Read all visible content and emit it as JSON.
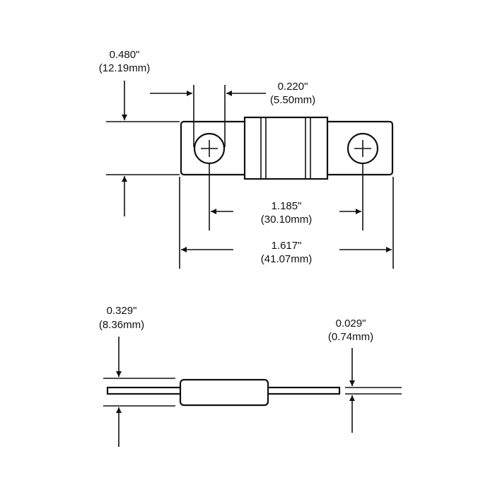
{
  "colors": {
    "stroke": "#111111",
    "background": "#ffffff"
  },
  "top_view": {
    "width_dim": {
      "inches": "0.480\"",
      "mm": "(12.19mm)"
    },
    "hole_dim": {
      "inches": "0.220\"",
      "mm": "(5.50mm)"
    },
    "hole_spacing_dim": {
      "inches": "1.185\"",
      "mm": "(30.10mm)"
    },
    "overall_length_dim": {
      "inches": "1.617\"",
      "mm": "(41.07mm)"
    }
  },
  "side_view": {
    "body_thickness_dim": {
      "inches": "0.329\"",
      "mm": "(8.36mm)"
    },
    "terminal_thickness_dim": {
      "inches": "0.029\"",
      "mm": "(0.74mm)"
    }
  }
}
